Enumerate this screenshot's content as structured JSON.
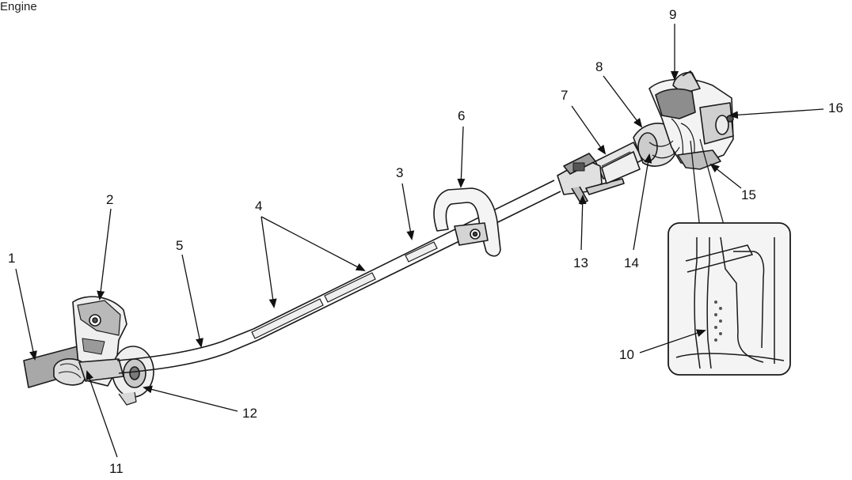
{
  "figure": {
    "title": "Engine"
  },
  "callouts": [
    {
      "id": "1",
      "label": "1"
    },
    {
      "id": "2",
      "label": "2"
    },
    {
      "id": "3",
      "label": "3"
    },
    {
      "id": "4",
      "label": "4"
    },
    {
      "id": "5",
      "label": "5"
    },
    {
      "id": "6",
      "label": "6"
    },
    {
      "id": "7",
      "label": "7"
    },
    {
      "id": "8",
      "label": "8"
    },
    {
      "id": "9",
      "label": "9"
    },
    {
      "id": "10",
      "label": "10"
    },
    {
      "id": "11",
      "label": "11"
    },
    {
      "id": "12",
      "label": "12"
    },
    {
      "id": "13",
      "label": "13"
    },
    {
      "id": "14",
      "label": "14"
    },
    {
      "id": "15",
      "label": "15"
    },
    {
      "id": "16",
      "label": "16"
    }
  ],
  "colors": {
    "line": "#1a1a1a",
    "fill_light": "#f2f2f2",
    "fill_mid": "#cfcfcf",
    "fill_dark": "#8a8a8a",
    "inset_fill": "#f4f4f4"
  }
}
